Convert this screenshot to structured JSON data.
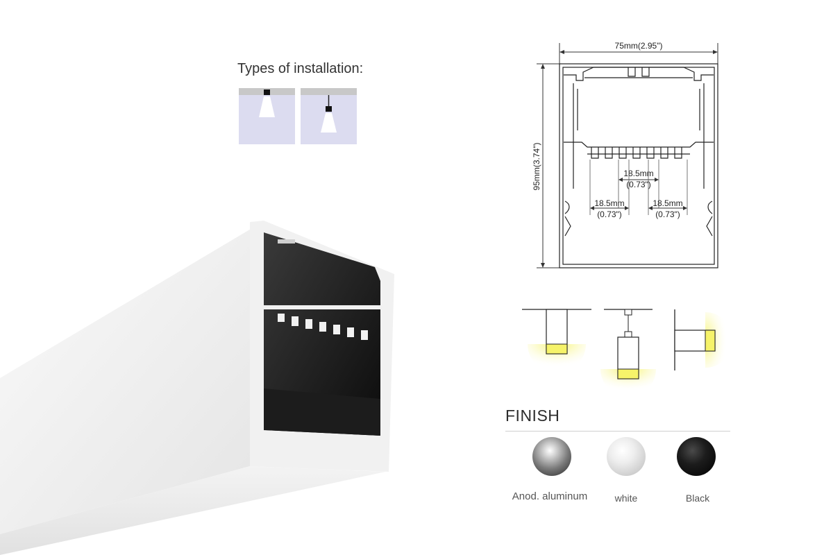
{
  "installation": {
    "title": "Types of installation:",
    "icons": [
      "recessed-ceiling-icon",
      "pendant-mount-icon"
    ]
  },
  "dimensions": {
    "width_label": "75mm(2.95\")",
    "height_label": "95mm(3.74\")",
    "center_gap_mm": "18.5mm",
    "center_gap_in": "(0.73\")",
    "left_gap_mm": "18.5mm",
    "left_gap_in": "(0.73\")",
    "right_gap_mm": "18.5mm",
    "right_gap_in": "(0.73\")"
  },
  "mounting_icons": [
    "surface-mount-light-icon",
    "pendant-light-icon",
    "wall-mount-light-icon"
  ],
  "finish": {
    "title": "FINISH",
    "options": [
      {
        "label": "Anod. aluminum",
        "color": "#9a9a9a",
        "icon": "anodized-aluminum-swatch"
      },
      {
        "label": "white",
        "color": "#dcdcdc",
        "icon": "white-swatch"
      },
      {
        "label": "Black",
        "color": "#1a1a1a",
        "icon": "black-swatch"
      }
    ]
  },
  "colors": {
    "light_glow": "#f6f36a",
    "profile_dark": "#111111",
    "profile_light": "#ececec"
  }
}
